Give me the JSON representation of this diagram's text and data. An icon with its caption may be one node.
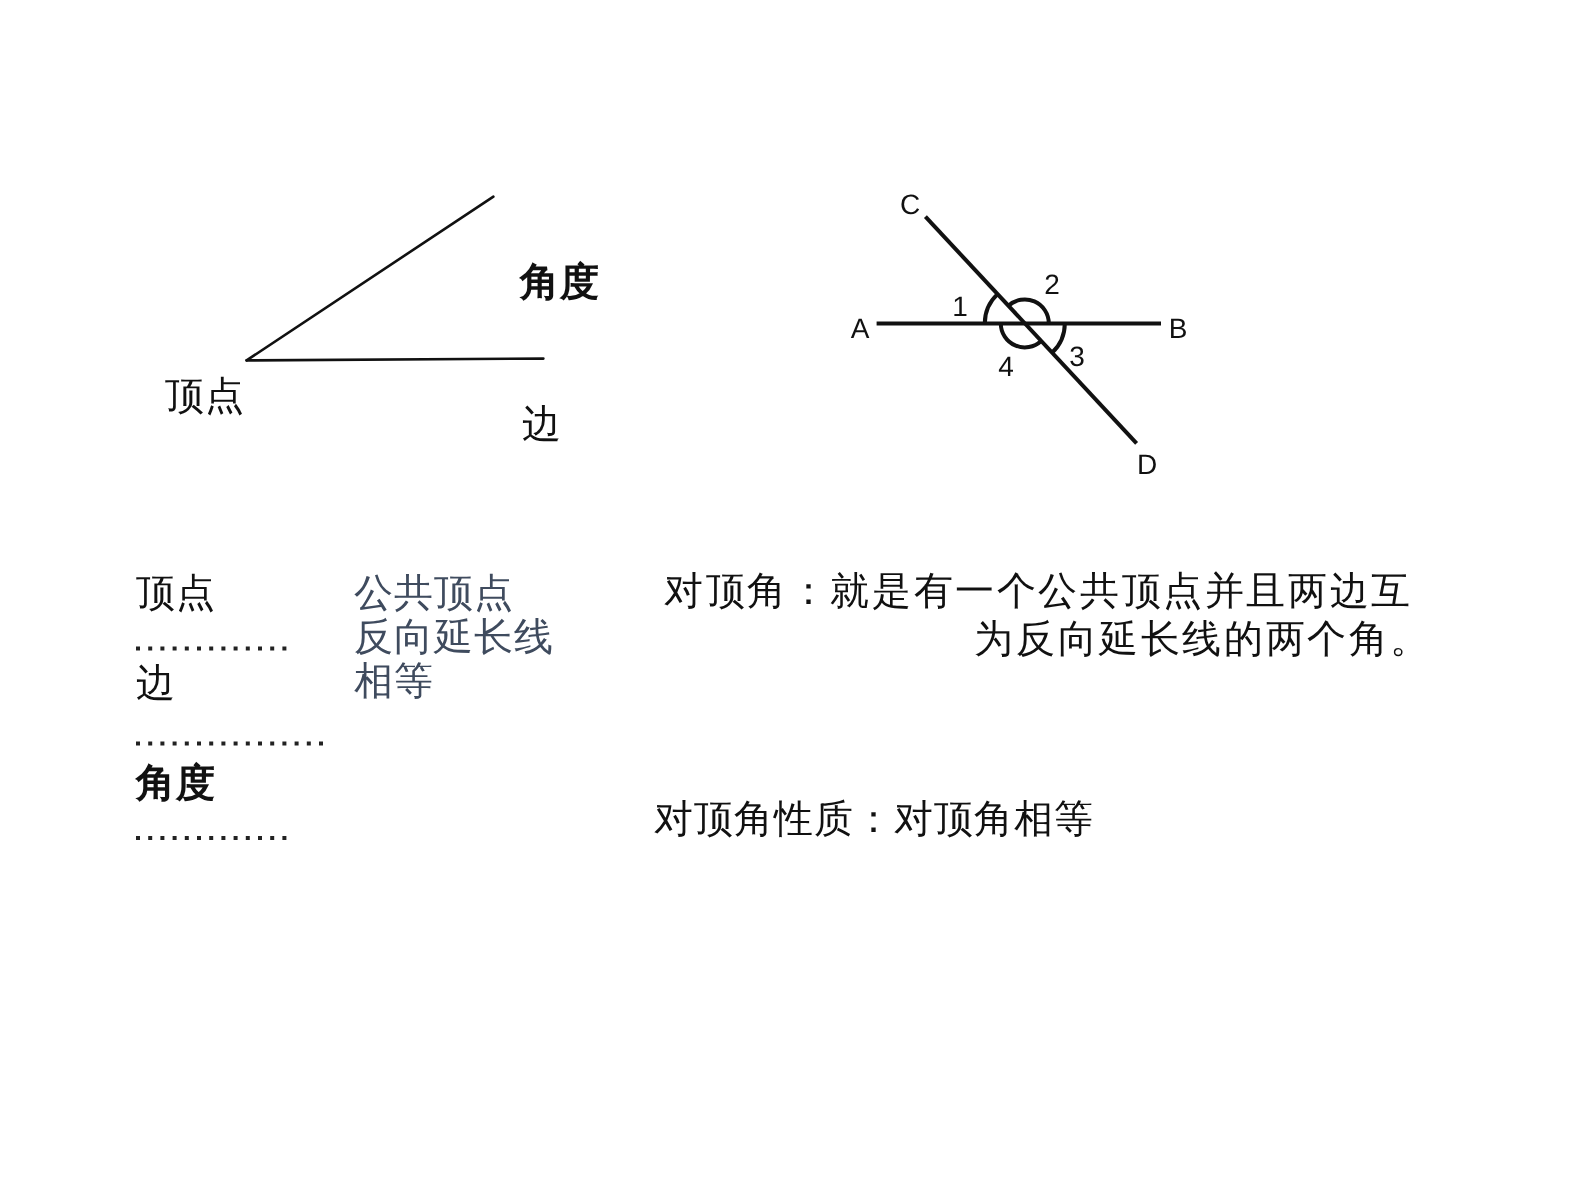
{
  "diagram": {
    "labels": [
      "角度",
      "顶点",
      "边",
      "C",
      "2",
      "1",
      "A",
      "B",
      "3",
      "4",
      "D",
      "顶点",
      "公共顶点",
      "对顶角：就是有一个公共顶点并且两边互为反向延长线的两个角。",
      "反向延长线",
      "边",
      "相等",
      "角度",
      "对顶角性质：对顶角相等"
    ]
  }
}
